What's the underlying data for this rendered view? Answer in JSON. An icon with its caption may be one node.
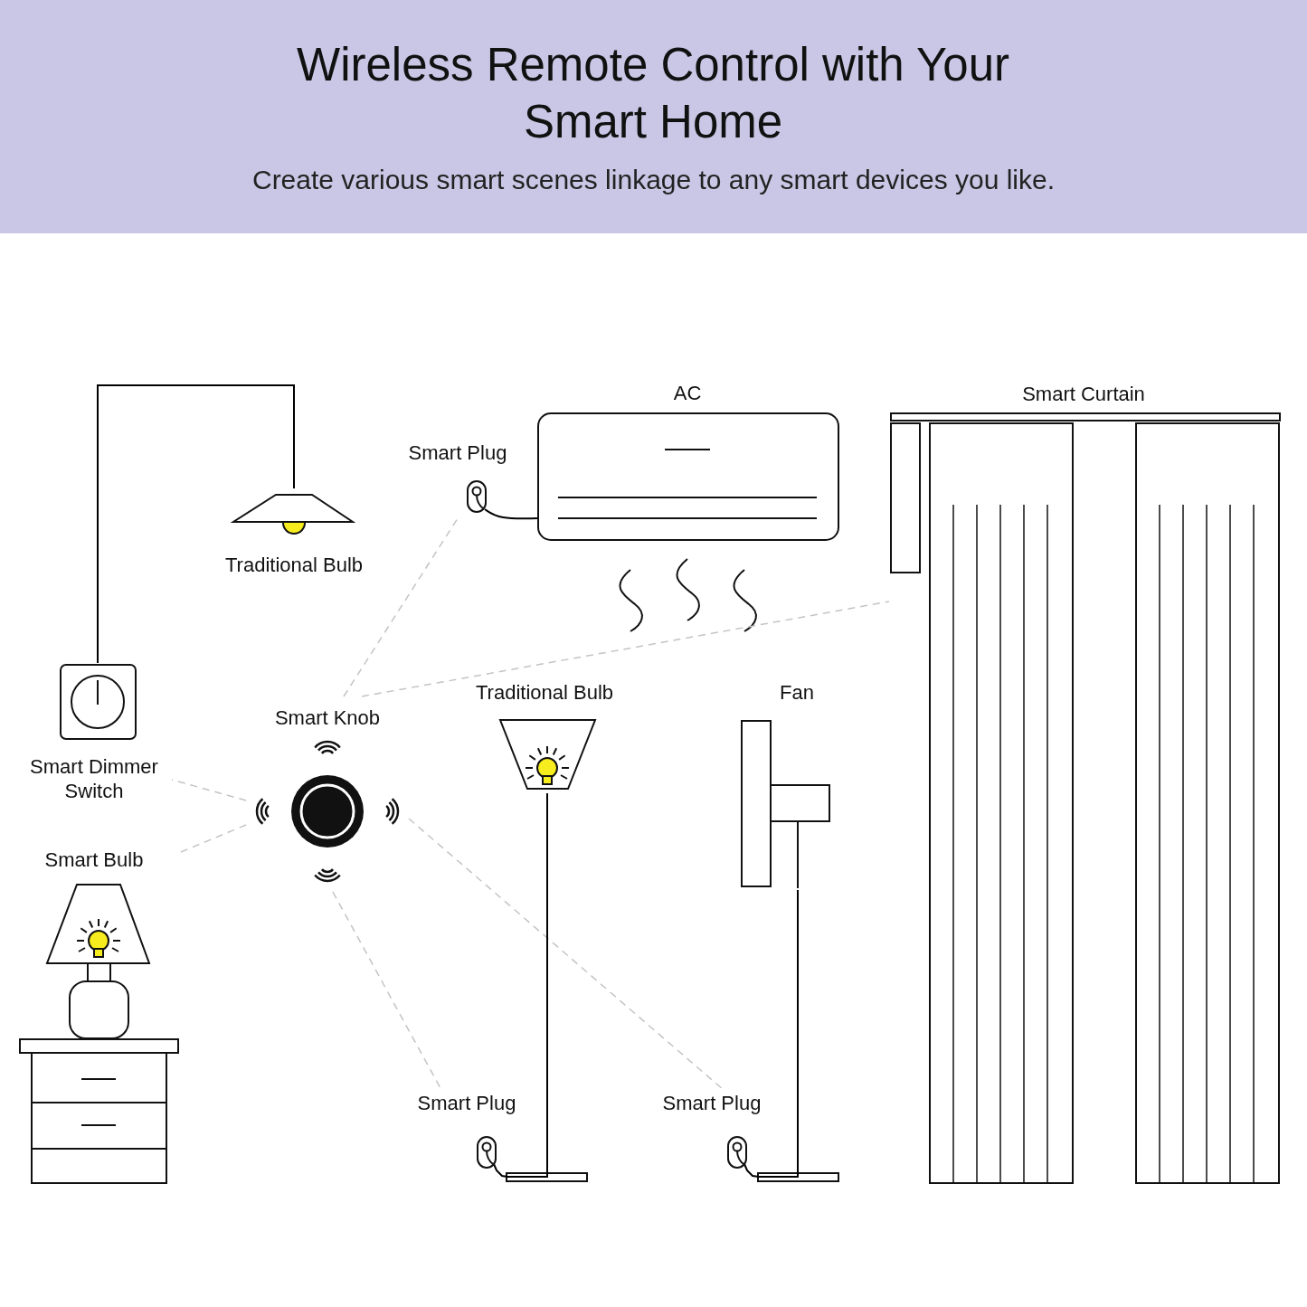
{
  "diagram": {
    "title": "Wireless Remote Control with Your Smart Home",
    "nodes": [
      {
        "text": [
          "Smart Knob"
        ]
      },
      {
        "text": [
          "Smart Plug"
        ]
      },
      {
        "text": [
          "AC"
        ]
      },
      {
        "text": [
          "Smart Curtain"
        ]
      },
      {
        "text": [
          "Traditional Bulb"
        ]
      },
      {
        "text": [
          "Smart Dimmer Switch"
        ]
      },
      {
        "text": [
          "Smart Bulb"
        ]
      },
      {
        "text": [
          "Traditional Bulb"
        ]
      },
      {
        "text": [
          "Fan"
        ]
      },
      {
        "text": [
          "Smart Plug"
        ]
      },
      {
        "text": [
          "Smart Plug"
        ]
      }
    ],
    "edges": [
      {
        "from": 0,
        "to": 1,
        "arrow": "none",
        "style": "dashed"
      },
      {
        "from": 0,
        "to": 3,
        "arrow": "none",
        "style": "dashed"
      },
      {
        "from": 0,
        "to": 5,
        "arrow": "none",
        "style": "dashed"
      },
      {
        "from": 0,
        "to": 6,
        "arrow": "none",
        "style": "dashed"
      },
      {
        "from": 0,
        "to": 9,
        "arrow": "none",
        "style": "dashed"
      },
      {
        "from": 0,
        "to": 10,
        "arrow": "none",
        "style": "dashed"
      },
      {
        "from": 5,
        "to": 4,
        "arrow": "none",
        "color": "#000000"
      },
      {
        "from": 1,
        "to": 2,
        "arrow": "none",
        "color": "#000000"
      },
      {
        "from": 9,
        "to": 7,
        "arrow": "none",
        "color": "#000000"
      },
      {
        "from": 10,
        "to": 8,
        "arrow": "none",
        "color": "#000000"
      }
    ],
    "labels": [
      "Create various smart scenes linkage to any smart devices you like."
    ]
  }
}
